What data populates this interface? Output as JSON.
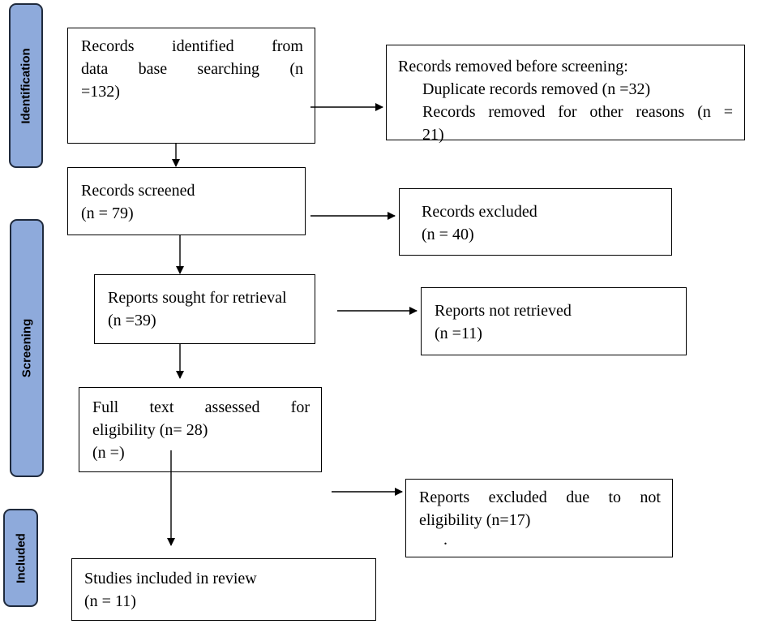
{
  "phases": [
    {
      "id": "identification",
      "label": "Identification"
    },
    {
      "id": "screening",
      "label": "Screening"
    },
    {
      "id": "included",
      "label": "Included"
    }
  ],
  "boxes": {
    "identified": {
      "lines": [
        "Records identified from",
        "data base searching (n",
        "=132)"
      ]
    },
    "removed": {
      "lines": [
        "Records removed before screening:",
        "Duplicate records removed (n =32)",
        "Records removed for other reasons (n =",
        "21)"
      ]
    },
    "screened": {
      "lines": [
        "Records screened",
        "(n = 79)"
      ]
    },
    "excluded": {
      "lines": [
        "Records excluded",
        "(n = 40)"
      ]
    },
    "sought": {
      "lines": [
        "Reports sought for retrieval",
        "(n =39)"
      ]
    },
    "not_retrieved": {
      "lines": [
        "Reports not retrieved",
        "(n =11)"
      ]
    },
    "full_text": {
      "lines": [
        "Full text assessed for",
        "eligibility (n= 28)",
        "(n =)"
      ]
    },
    "excluded_eligibility": {
      "lines": [
        "Reports excluded due to not",
        "eligibility (n=17)",
        "."
      ]
    },
    "included": {
      "lines": [
        "Studies included in review",
        "(n = 11)"
      ]
    }
  }
}
